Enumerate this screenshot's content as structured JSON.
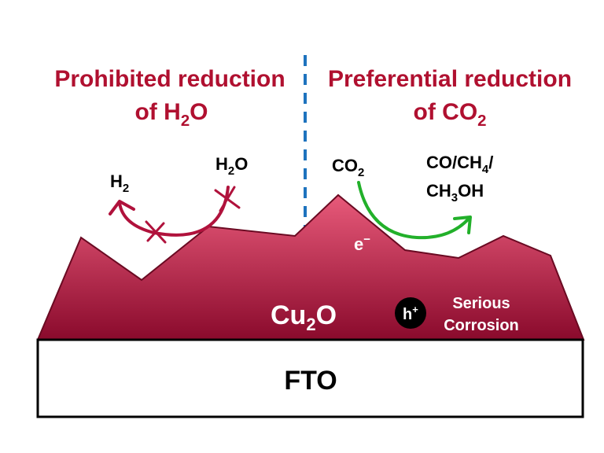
{
  "colors": {
    "heading": "#b01030",
    "divider": "#1e73be",
    "film_top": "#e85a7a",
    "film_bottom": "#8a0a2c",
    "forbidden_arrow": "#b0123c",
    "preferred_arrow": "#22b02a",
    "substrate_fill": "#ffffff",
    "hole_fill": "#000000"
  },
  "left_heading": {
    "line1": "Prohibited reduction",
    "line2_pre": "of H",
    "line2_sub": "2",
    "line2_post": "O"
  },
  "right_heading": {
    "line1": "Preferential reduction",
    "line2_pre": "of CO",
    "line2_sub": "2"
  },
  "h2_label": {
    "main": "H",
    "sub": "2"
  },
  "h2o_label": {
    "pre": "H",
    "sub": "2",
    "post": "O"
  },
  "co2_label": {
    "pre": "CO",
    "sub": "2"
  },
  "products_label": {
    "line1_pre": "CO/CH",
    "line1_sub": "4",
    "line1_post": "/",
    "line2_pre": "CH",
    "line2_sub": "3",
    "line2_post": "OH"
  },
  "electron_label": {
    "main": "e",
    "sup": "−"
  },
  "hole_label": {
    "main": "h",
    "sup": "+"
  },
  "cu2o_label": {
    "pre": "Cu",
    "sub": "2",
    "post": "O"
  },
  "corrosion_label": {
    "line1": "Serious",
    "line2": "Corrosion"
  },
  "substrate_label": "FTO",
  "icons": {
    "forbidden_mark": "cross-mark-icon",
    "reaction_arrow": "curved-arrow-icon"
  }
}
